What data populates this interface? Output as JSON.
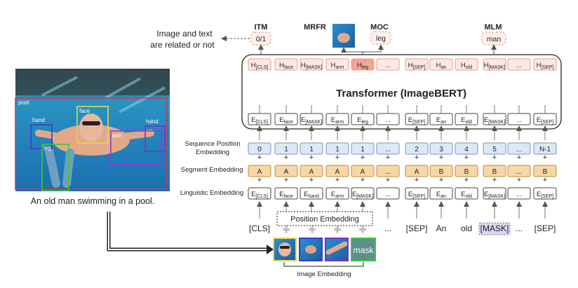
{
  "heads": {
    "itm": {
      "title": "ITM",
      "value": "0/1",
      "note_line1": "Image and text",
      "note_line2": "are related or not"
    },
    "mrfr": {
      "title": "MRFR"
    },
    "moc": {
      "title": "MOC",
      "value": "leg"
    },
    "mlm": {
      "title": "MLM",
      "value": "man"
    }
  },
  "transformer": {
    "title": "Transformer (ImageBERT)",
    "outputs": [
      {
        "base": "H",
        "sub": "[CLS]"
      },
      {
        "base": "H",
        "sub": "face"
      },
      {
        "base": "H",
        "sub": "[MASK]"
      },
      {
        "base": "H",
        "sub": "arm"
      },
      {
        "base": "H",
        "sub": "leg"
      },
      {
        "base": "...",
        "sub": ""
      },
      {
        "base": "H",
        "sub": "[SEP]"
      },
      {
        "base": "H",
        "sub": "an"
      },
      {
        "base": "H",
        "sub": "old"
      },
      {
        "base": "H",
        "sub": "[MASK]"
      },
      {
        "base": "...",
        "sub": ""
      },
      {
        "base": "H",
        "sub": "[SEP]"
      }
    ],
    "inputs": [
      {
        "base": "E",
        "sub": "[CLS]"
      },
      {
        "base": "E",
        "sub": "face"
      },
      {
        "base": "E",
        "sub": "[MASK]"
      },
      {
        "base": "E",
        "sub": "arm"
      },
      {
        "base": "E",
        "sub": "leg"
      },
      {
        "base": "...",
        "sub": ""
      },
      {
        "base": "E",
        "sub": "[SEP]"
      },
      {
        "base": "E",
        "sub": "an"
      },
      {
        "base": "E",
        "sub": "old"
      },
      {
        "base": "E",
        "sub": "[MASK]"
      },
      {
        "base": "...",
        "sub": ""
      },
      {
        "base": "E",
        "sub": "[SEP]"
      }
    ]
  },
  "rows": {
    "sequence_position": {
      "label_line1": "Sequence Position",
      "label_line2": "Embedding",
      "cells": [
        "0",
        "1",
        "1",
        "1",
        "1",
        "...",
        "2",
        "3",
        "4",
        "5",
        "...",
        "N-1"
      ]
    },
    "segment": {
      "label": "Segment Embedding",
      "cells": [
        "A",
        "A",
        "A",
        "A",
        "A",
        "...",
        "A",
        "B",
        "B",
        "B",
        "...",
        "B"
      ]
    },
    "linguistic": {
      "label": "Linguistic Embedding",
      "cells": [
        {
          "base": "E",
          "sub": "[CLS]"
        },
        {
          "base": "E",
          "sub": "face"
        },
        {
          "base": "E",
          "sub": "hand"
        },
        {
          "base": "E",
          "sub": "arm"
        },
        {
          "base": "E",
          "sub": "[MASK]"
        },
        {
          "base": "...",
          "sub": ""
        },
        {
          "base": "E",
          "sub": "[SEP]"
        },
        {
          "base": "E",
          "sub": "an"
        },
        {
          "base": "E",
          "sub": "old"
        },
        {
          "base": "E",
          "sub": "[MASK]"
        },
        {
          "base": "...",
          "sub": ""
        },
        {
          "base": "E",
          "sub": "[SEP]"
        }
      ]
    }
  },
  "tokens": [
    "[CLS]",
    "",
    "",
    "",
    "",
    "...",
    "[SEP]",
    "An",
    "old",
    "[MASK]",
    "...",
    "[SEP]"
  ],
  "position_embedding_label": "Position Embedding",
  "image_embedding_label": "Image Embedding",
  "mask_label": "mask",
  "photo": {
    "caption": "An old man swimming in a pool.",
    "regions": [
      {
        "label": "pool",
        "color": "#d6334a"
      },
      {
        "label": "face",
        "color": "#e8d84a"
      },
      {
        "label": "hand",
        "color": "#3b3bd0"
      },
      {
        "label": "hand",
        "color": "#7a2fd0"
      },
      {
        "label": "arm",
        "color": "#8a3ae0"
      },
      {
        "label": "leg",
        "color": "#3ac83a"
      }
    ]
  },
  "colors": {
    "output_fill": "#fde8e4",
    "output_stroke": "#e89a8c",
    "highlight_fill": "#f2a597",
    "position_fill": "#dbe8f7",
    "position_stroke": "#7896b8",
    "segment_fill": "#f7d7a6",
    "segment_stroke": "#c98a3a",
    "mask_token_fill": "#dcd6f0",
    "mask_token_stroke": "#7a6fb3"
  }
}
